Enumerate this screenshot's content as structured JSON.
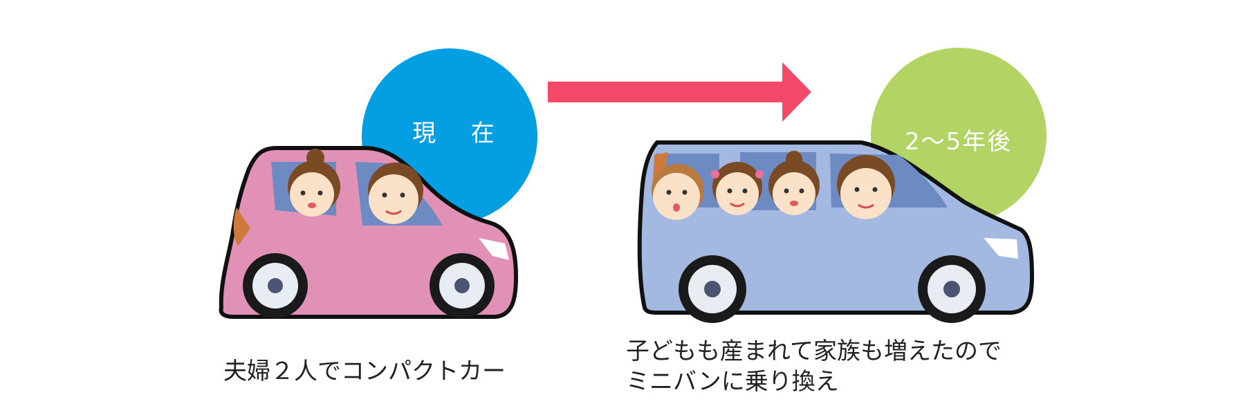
{
  "badges": {
    "now": {
      "text": "現 在",
      "color": "#049fe3"
    },
    "future": {
      "text": "2～5年後",
      "color": "#b2d465"
    }
  },
  "arrow": {
    "color": "#f44a69",
    "direction": "right"
  },
  "cars": {
    "left": {
      "type": "compact-car",
      "body_color": "#e191b5",
      "passengers": [
        "woman-face",
        "man-face"
      ]
    },
    "right": {
      "type": "minivan",
      "body_color": "#a3b9e2",
      "passengers": [
        "baby-face",
        "girl-face",
        "woman-face",
        "man-face"
      ]
    }
  },
  "captions": {
    "left": "夫婦２人でコンパクトカー",
    "right_line1": "子どもも産まれて家族も増えたので",
    "right_line2": "ミニバンに乗り換え"
  }
}
